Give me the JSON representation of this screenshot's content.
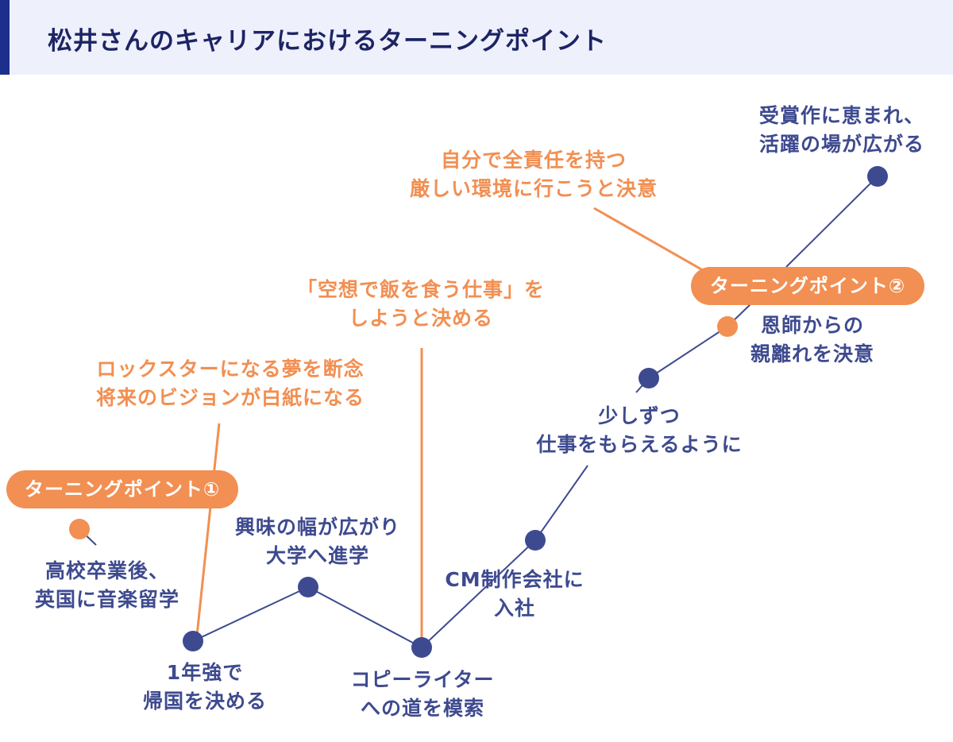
{
  "title": "松井さんのキャリアにおけるターニングポイント",
  "colors": {
    "navy": "#3e4a8f",
    "orange": "#f28f52",
    "header_bg": "#eef0fb",
    "header_accent": "#1d2f8c"
  },
  "turning_points": {
    "tp1": "ターニングポイント①",
    "tp2": "ターニングポイント②"
  },
  "events": {
    "study_abroad": [
      "高校卒業後、",
      "英国に音楽留学"
    ],
    "return_home": [
      "1年強で",
      "帰国を決める"
    ],
    "university": [
      "興味の幅が広がり",
      "大学へ進学"
    ],
    "copywriter": [
      "コピーライター",
      "への道を模索"
    ],
    "cm_company": [
      "CM制作会社に",
      "入社"
    ],
    "getting_work": [
      "少しずつ",
      "仕事をもらえるように"
    ],
    "leave_mentor": [
      "恩師からの",
      "親離れを決意"
    ],
    "awards": [
      "受賞作に恵まれ、",
      "活躍の場が広がる"
    ]
  },
  "annotations": {
    "rockstar": [
      "ロックスターになる夢を断念",
      "将来のビジョンが白紙になる"
    ],
    "fantasy_job": [
      "「空想で飯を食う仕事」を",
      "しようと決める"
    ],
    "responsibility": [
      "自分で全責任を持つ",
      "厳しい環境に行こうと決意"
    ]
  }
}
